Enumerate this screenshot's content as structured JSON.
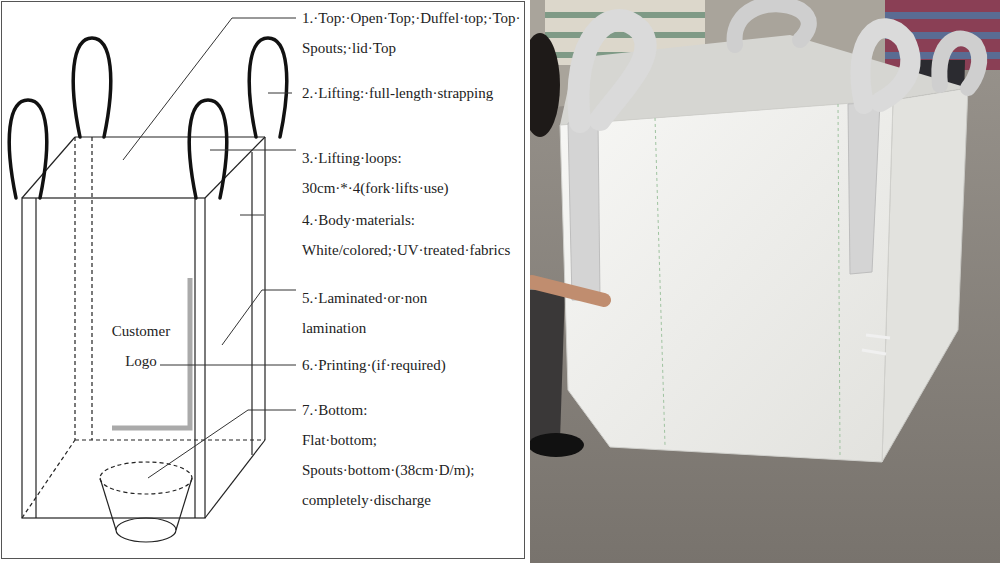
{
  "diagram": {
    "labels": [
      "1.·Top:·Open·Top;·Duffel·top;·Top· Spouts;·lid·Top",
      "2.·Lifting:·full-length·strapping",
      "3.·Lifting·loops: 30cm·*·4(fork·lifts·use)",
      "4.·Body·materials: White/colored;·UV·treated·fabrics",
      "5.·Laminated·or·non lamination",
      "6.·Printing·(if·required)",
      "7.·Bottom: Flat·bottom; Spouts·bottom·(38cm·D/m); completely·discharge",
      "Customer Logo"
    ]
  }
}
